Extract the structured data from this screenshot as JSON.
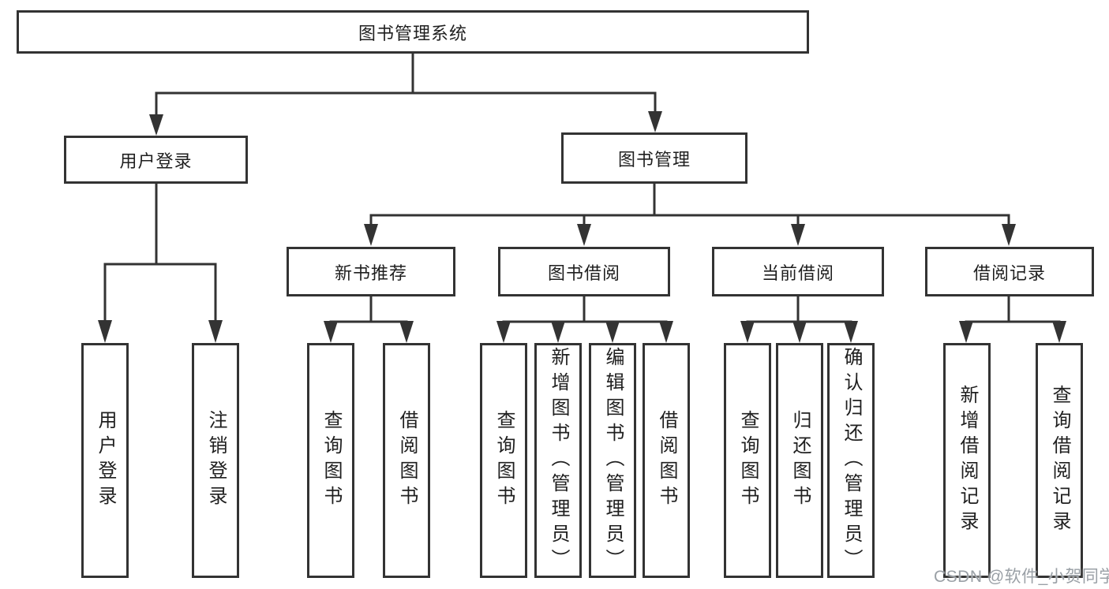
{
  "diagram_type": "hierarchy",
  "tree": {
    "label": "图书管理系统",
    "children": [
      {
        "label": "用户登录",
        "children": [
          {
            "label": "用户登录"
          },
          {
            "label": "注销登录"
          }
        ]
      },
      {
        "label": "图书管理",
        "children": [
          {
            "label": "新书推荐",
            "children": [
              {
                "label": "查询图书"
              },
              {
                "label": "借阅图书"
              }
            ]
          },
          {
            "label": "图书借阅",
            "children": [
              {
                "label": "查询图书"
              },
              {
                "label": "新增图书（管理员）"
              },
              {
                "label": "编辑图书（管理员）"
              },
              {
                "label": "借阅图书"
              }
            ]
          },
          {
            "label": "当前借阅",
            "children": [
              {
                "label": "查询图书"
              },
              {
                "label": "归还图书"
              },
              {
                "label": "确认归还（管理员）"
              }
            ]
          },
          {
            "label": "借阅记录",
            "children": [
              {
                "label": "新增借阅记录"
              },
              {
                "label": "查询借阅记录"
              }
            ]
          }
        ]
      }
    ]
  },
  "watermark": "CSDN @软件_小贺同学",
  "colors": {
    "line": "#333333",
    "box_border": "#333333",
    "box_fill": "#ffffff",
    "text": "#1f1f1f",
    "watermark": "#9aa0a6",
    "background": "#ffffff"
  }
}
